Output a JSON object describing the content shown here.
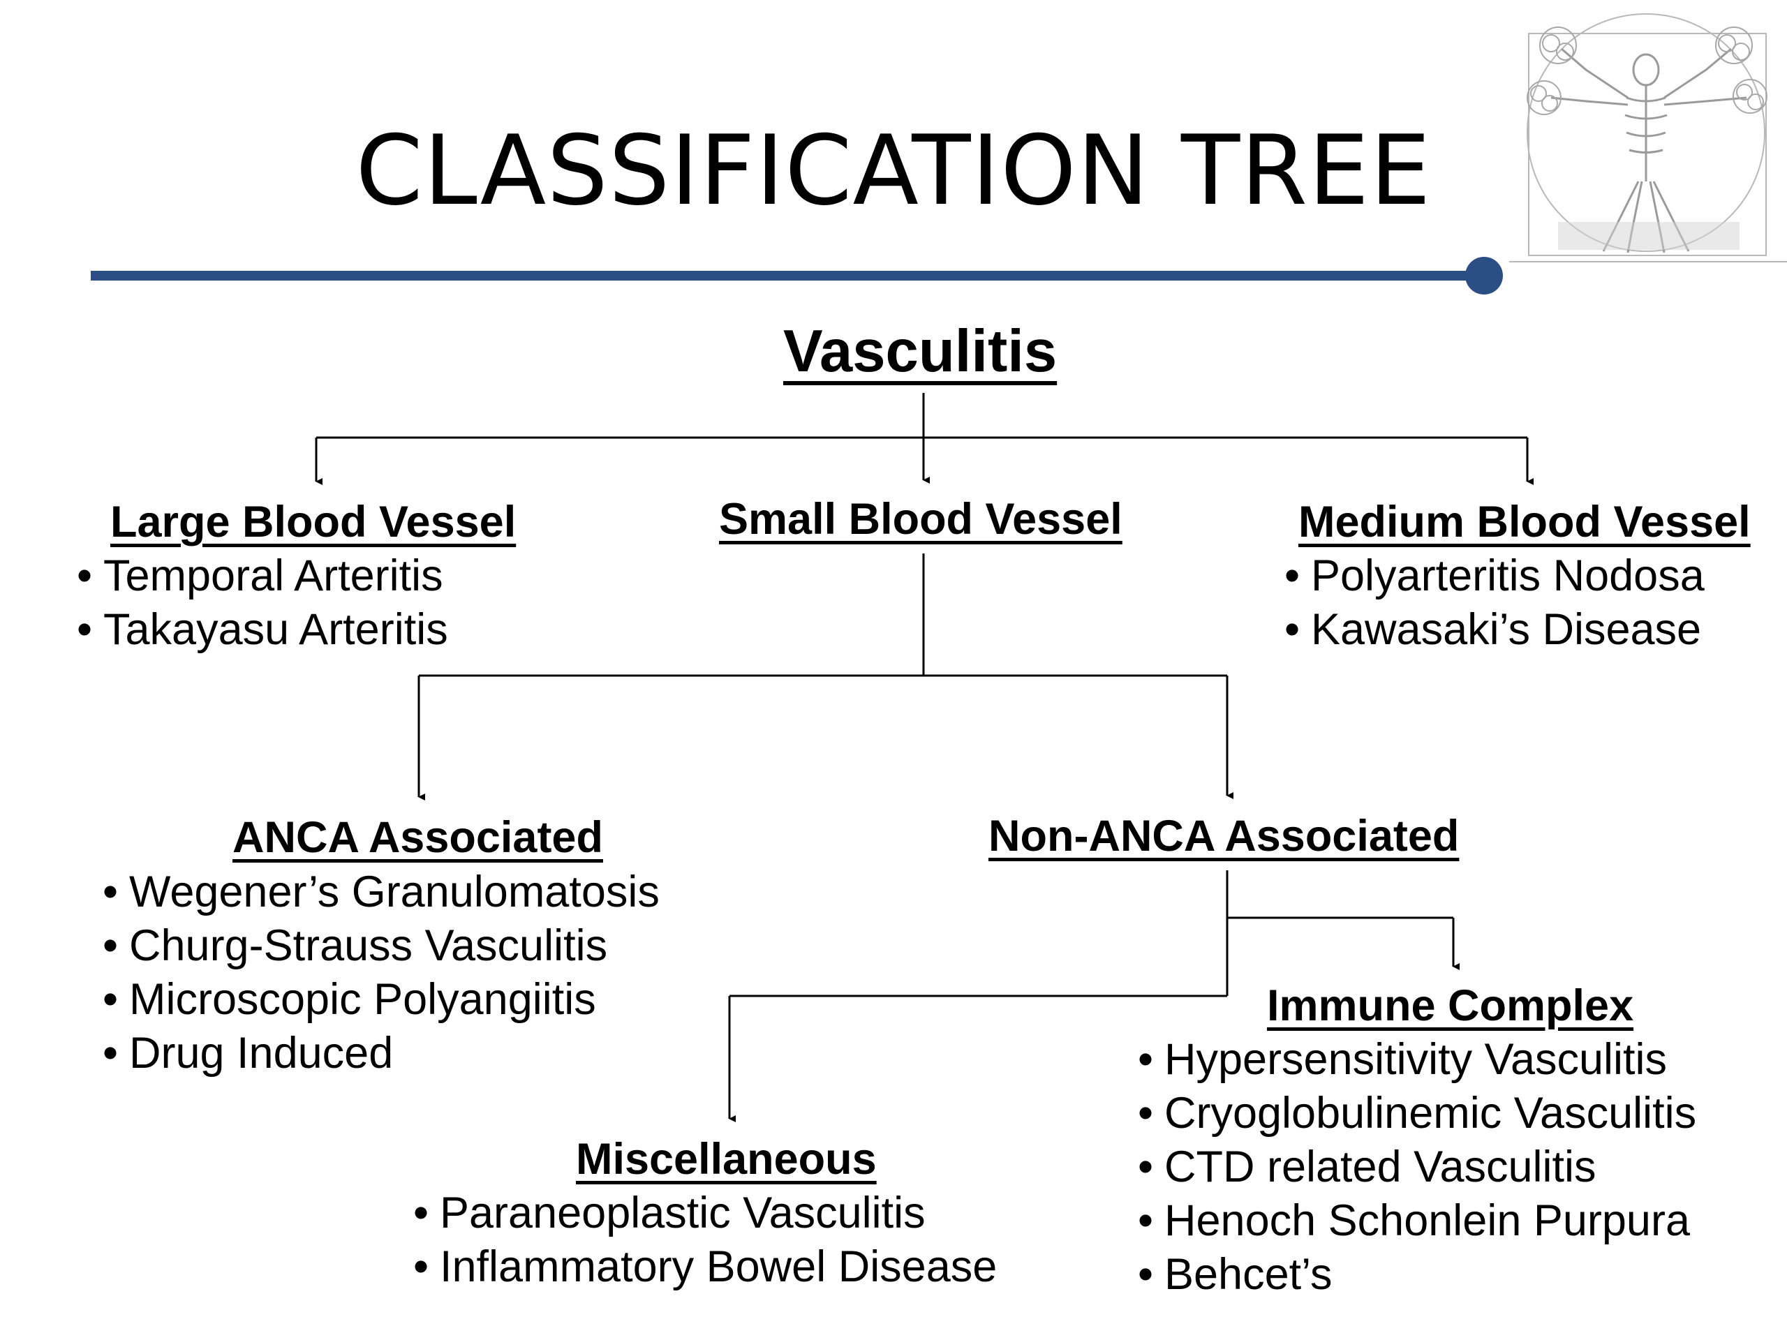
{
  "title": "CLASSIFICATION TREE",
  "colors": {
    "accent": "#2b4f85",
    "text": "#000000",
    "lines": "#000000"
  },
  "logo": {
    "icon": "vitruvian-skeleton-icon"
  },
  "tree": {
    "root": "Vasculitis",
    "large": {
      "title": "Large Blood Vessel",
      "items": [
        "Temporal Arteritis",
        "Takayasu Arteritis"
      ]
    },
    "small": {
      "title": "Small Blood Vessel"
    },
    "medium": {
      "title": "Medium Blood Vessel",
      "items": [
        "Polyarteritis Nodosa",
        "Kawasaki’s Disease"
      ]
    },
    "anca": {
      "title": "ANCA Associated",
      "items": [
        "Wegener’s Granulomatosis",
        "Churg-Strauss Vasculitis",
        "Microscopic Polyangiitis",
        "Drug Induced"
      ]
    },
    "non_anca": {
      "title": "Non-ANCA Associated"
    },
    "immune": {
      "title": "Immune Complex",
      "items": [
        "Hypersensitivity Vasculitis",
        "Cryoglobulinemic Vasculitis",
        "CTD related Vasculitis",
        "Henoch Schonlein Purpura",
        "Behcet’s"
      ]
    },
    "misc": {
      "title": "Miscellaneous",
      "items": [
        "Paraneoplastic Vasculitis",
        "Inflammatory Bowel Disease"
      ]
    }
  }
}
